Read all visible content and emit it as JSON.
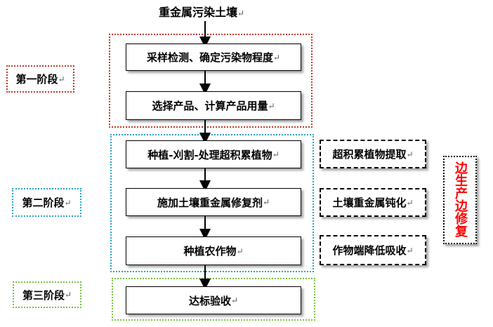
{
  "title": "重金属污染土壤",
  "steps": [
    {
      "label": "采样检测、确定污染物程度"
    },
    {
      "label": "选择产品、计算产品用量"
    },
    {
      "label": "种植-刈割-处理超积累植物"
    },
    {
      "label": "施加土壤重金属修复剂"
    },
    {
      "label": "种植农作物"
    },
    {
      "label": "达标验收"
    }
  ],
  "stages": [
    {
      "label": "第一阶段"
    },
    {
      "label": "第二阶段"
    },
    {
      "label": "第三阶段"
    }
  ],
  "side_notes": [
    {
      "label": "超积累植物提取"
    },
    {
      "label": "土壤重金属钝化"
    },
    {
      "label": "作物端降低吸收"
    }
  ],
  "vertical_note": "边生产边修复",
  "colors": {
    "stage1": "#c0392b",
    "stage2": "#2aa3c7",
    "stage3": "#7ac142",
    "vertical_text": "#ff0000"
  },
  "return_mark": "↵"
}
